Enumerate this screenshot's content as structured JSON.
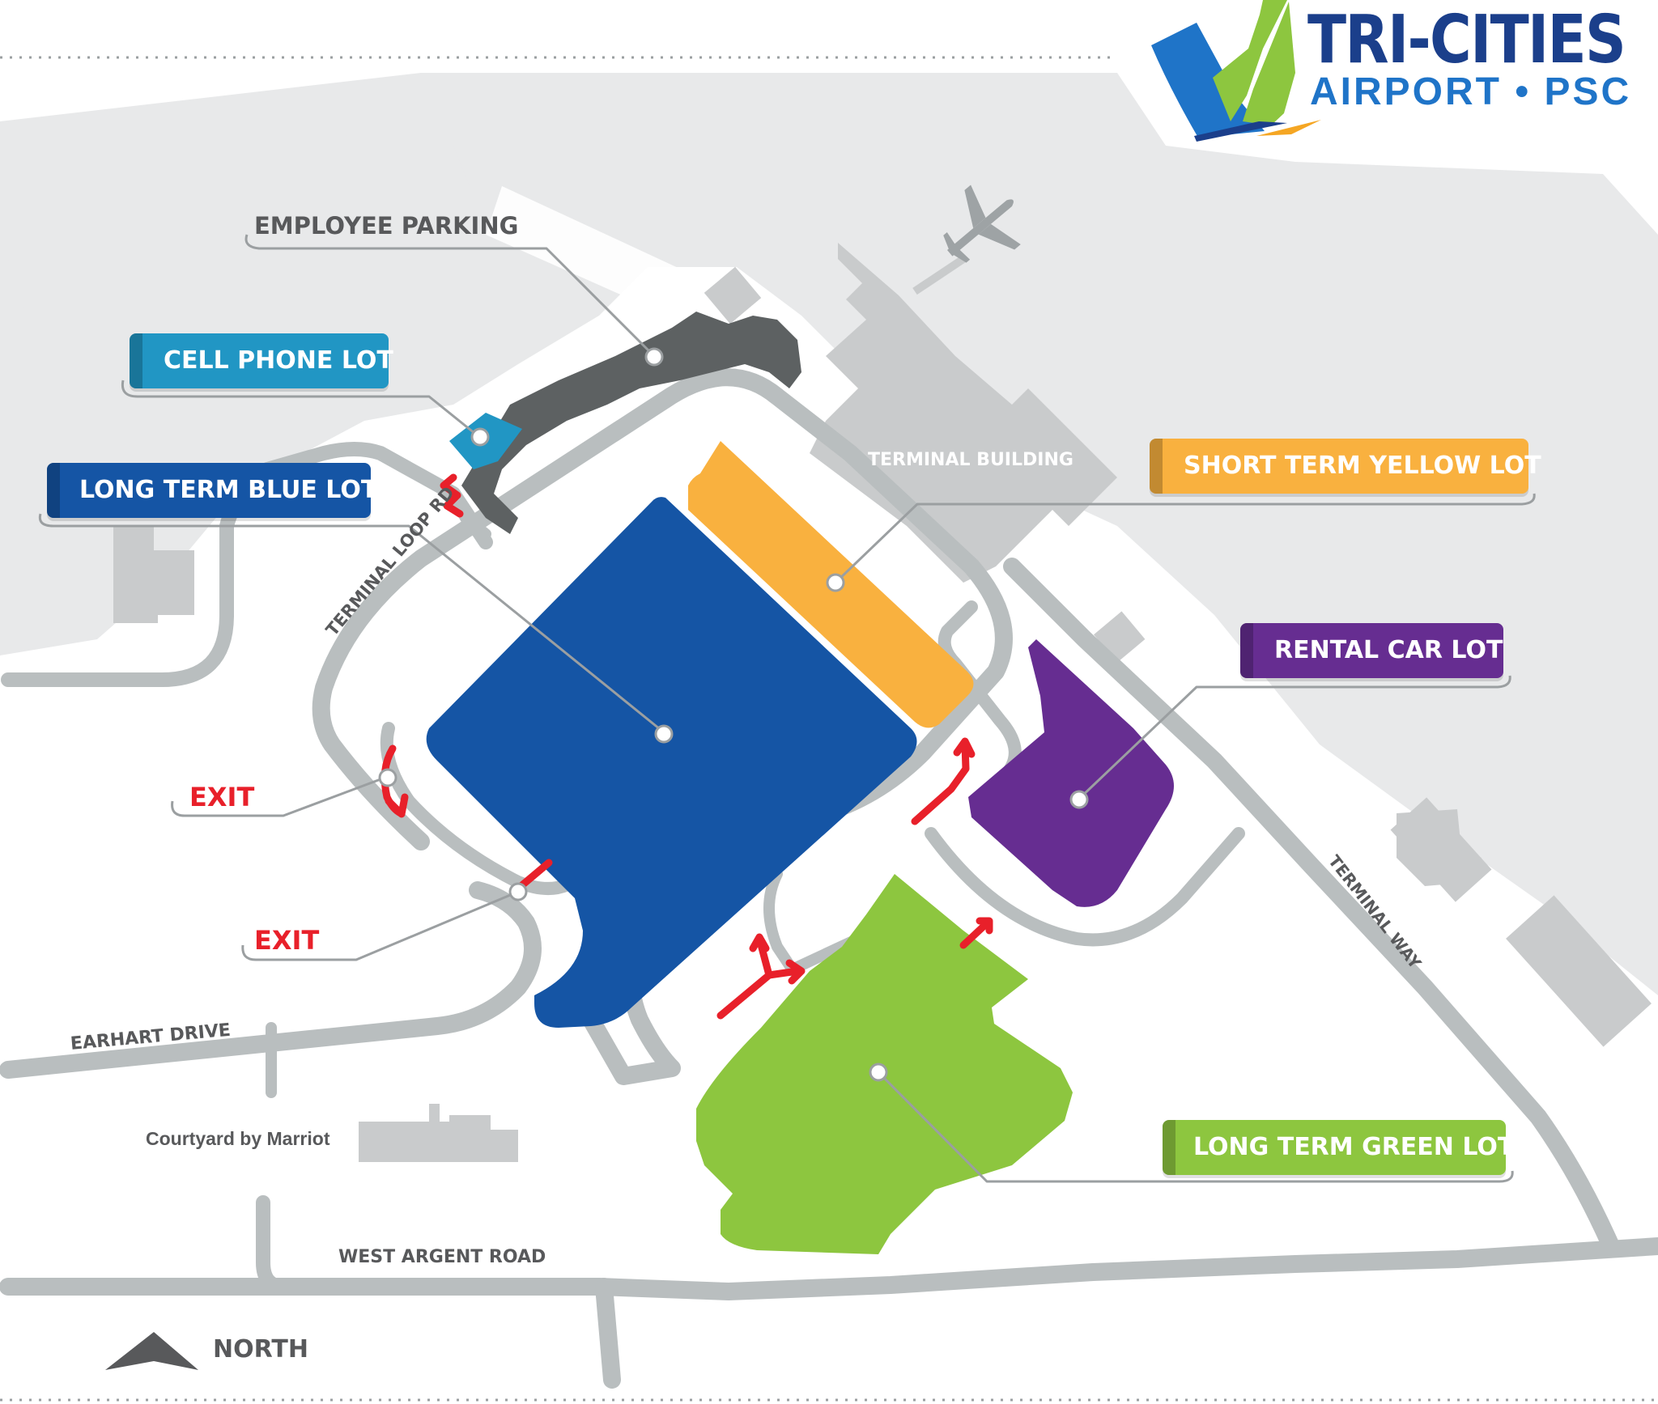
{
  "brand": {
    "name": "TRI-CITIES",
    "subtitle": "AIRPORT • PSC",
    "colors": {
      "navy": "#1b3f8b",
      "blue": "#1f74c8",
      "green": "#8dc63f",
      "orange": "#f5a623"
    }
  },
  "lots": {
    "employee": {
      "label": "EMPLOYEE PARKING",
      "color": "#5d6162"
    },
    "cell_phone": {
      "label": "CELL PHONE LOT",
      "color": "#2196c4"
    },
    "long_term_blue": {
      "label": "LONG TERM BLUE LOT",
      "color": "#1555a5"
    },
    "short_term_yellow": {
      "label": "SHORT TERM YELLOW LOT",
      "color": "#f9b13f"
    },
    "rental_car": {
      "label": "RENTAL CAR LOT",
      "color": "#662d91"
    },
    "long_term_green": {
      "label": "LONG TERM GREEN LOT",
      "color": "#8dc63f"
    }
  },
  "labels": {
    "terminal_building": "TERMINAL BUILDING",
    "terminal_loop_rd": "TERMINAL LOOP RD",
    "terminal_way": "TERMINAL WAY",
    "earhart_drive": "EARHART DRIVE",
    "west_argent_road": "WEST ARGENT ROAD",
    "courtyard": "Courtyard by Marriot",
    "north": "NORTH",
    "exit_1": "EXIT",
    "exit_2": "EXIT"
  },
  "icons": {
    "airplane": "airplane-icon",
    "north_arrow": "north-arrow-icon",
    "exit_arrow": "exit-arrow-icon"
  },
  "colors": {
    "road": "#b9bebf",
    "ground": "#e8e9ea",
    "building": "#c9cbcc",
    "exit_red": "#e8202a"
  }
}
